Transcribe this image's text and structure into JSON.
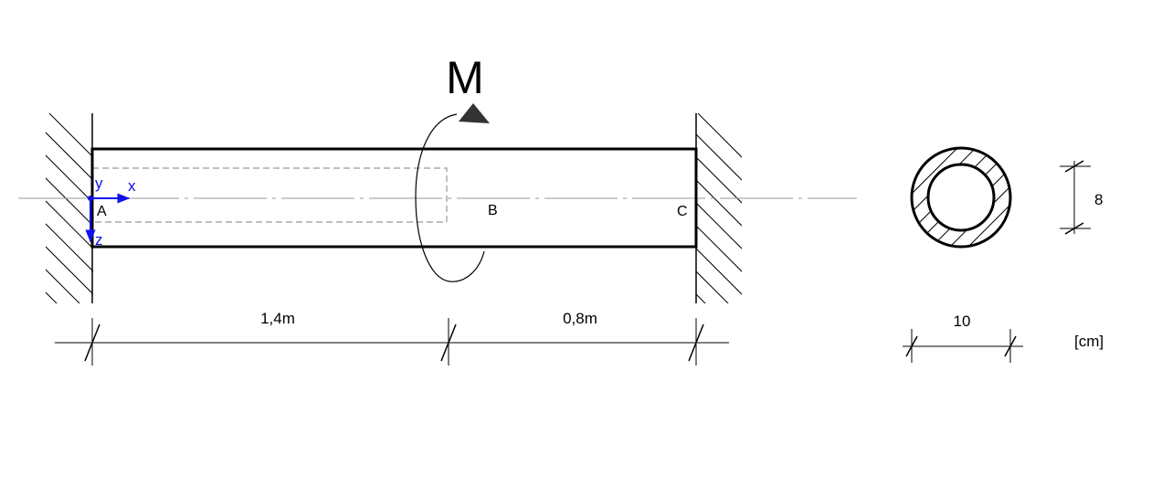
{
  "moment": {
    "label": "M"
  },
  "points": {
    "a": "A",
    "b": "B",
    "c": "C"
  },
  "axes": {
    "x": "x",
    "y": "y",
    "z": "z"
  },
  "dimensions": {
    "segment_ab": "1,4m",
    "segment_bc": "0,8m",
    "section_outer": "10",
    "section_inner": "8",
    "unit": "[cm]"
  },
  "colors": {
    "line": "#000000",
    "axis": "#1010ee",
    "centerline": "#999999",
    "hidden": "#999999"
  }
}
